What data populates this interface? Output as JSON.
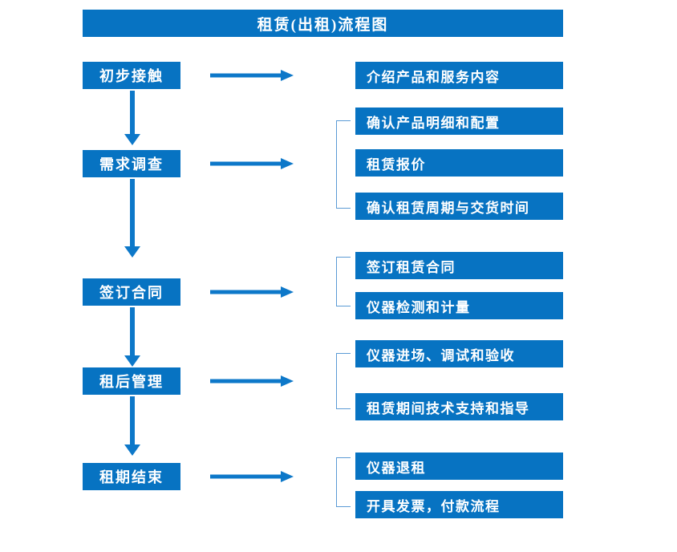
{
  "chart_data": {
    "type": "diagram",
    "title": "租赁(出租)流程图",
    "orientation": "vertical-left-column-with-right-details",
    "stages": [
      {
        "label": "初步接触",
        "details": [
          "介绍产品和服务内容"
        ],
        "has_bracket": false
      },
      {
        "label": "需求调查",
        "details": [
          "确认产品明细和配置",
          "租赁报价",
          "确认租赁周期与交货时间"
        ],
        "has_bracket": true
      },
      {
        "label": "签订合同",
        "details": [
          "签订租赁合同",
          "仪器检测和计量"
        ],
        "has_bracket": true
      },
      {
        "label": "租后管理",
        "details": [
          "仪器进场、调试和验收",
          "租赁期间技术支持和指导"
        ],
        "has_bracket": true
      },
      {
        "label": "租期结束",
        "details": [
          "仪器退租",
          "开具发票，付款流程"
        ],
        "has_bracket": true
      }
    ]
  },
  "header": {
    "title": "租赁(出租)流程图"
  },
  "stages": [
    {
      "label": "初步接触"
    },
    {
      "label": "需求调查"
    },
    {
      "label": "签订合同"
    },
    {
      "label": "租后管理"
    },
    {
      "label": "租期结束"
    }
  ],
  "details": {
    "g1": [
      {
        "label": "介绍产品和服务内容"
      }
    ],
    "g2": [
      {
        "label": "确认产品明细和配置"
      },
      {
        "label": "租赁报价"
      },
      {
        "label": "确认租赁周期与交货时间"
      }
    ],
    "g3": [
      {
        "label": "签订租赁合同"
      },
      {
        "label": "仪器检测和计量"
      }
    ],
    "g4": [
      {
        "label": "仪器进场、调试和验收"
      },
      {
        "label": "租赁期间技术支持和指导"
      }
    ],
    "g5": [
      {
        "label": "仪器退租"
      },
      {
        "label": "开具发票，付款流程"
      }
    ]
  },
  "colors": {
    "box_fill": "#0773c2",
    "title_fill": "#0773c2",
    "arrow": "#0d78c9",
    "bracket": "#5b9bd5",
    "text": "#ffffff",
    "background": "#ffffff"
  },
  "icons": {
    "arrow_right": "right-arrow-icon",
    "arrow_down": "down-arrow-icon",
    "bracket": "brace-connector-icon"
  }
}
